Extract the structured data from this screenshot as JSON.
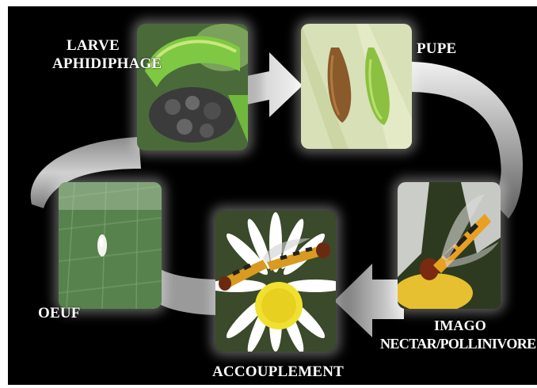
{
  "stages": {
    "larve": {
      "line1": "LARVE",
      "line2": "APHIDIPHAGE"
    },
    "pupe": {
      "label": "PUPE"
    },
    "imago": {
      "line1": "IMAGO",
      "line2": "NECTAR/POLLINIVORE"
    },
    "accouplement": {
      "label": "ACCOUPLEMENT"
    },
    "oeuf": {
      "label": "OEUF"
    }
  },
  "cycle_order": [
    "OEUF",
    "LARVE APHIDIPHAGE",
    "PUPE",
    "IMAGO NECTAR/POLLINIVORE",
    "ACCOUPLEMENT"
  ],
  "colors": {
    "background": "#000000",
    "arrow_light": "#f2f2f2",
    "arrow_dark": "#6f6f6f",
    "text": "#ffffff"
  }
}
